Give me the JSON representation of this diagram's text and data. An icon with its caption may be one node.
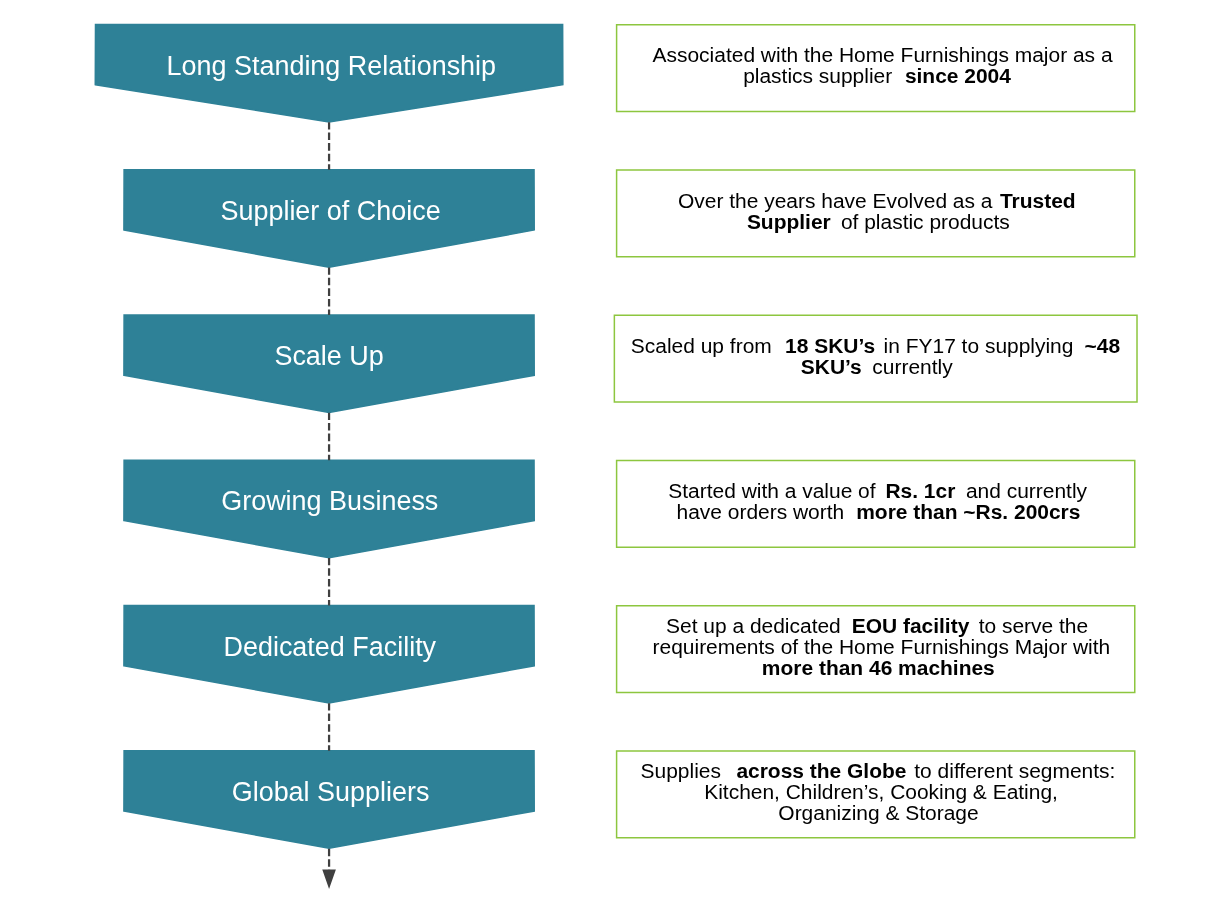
{
  "diagram": {
    "nodes": [
      {
        "text": [
          "Long Standing Relationship"
        ]
      },
      {
        "text": [
          "Associated with the Home Furnishings major as a plastics supplier **since 2004**"
        ]
      },
      {
        "text": [
          "Supplier of Choice"
        ]
      },
      {
        "text": [
          "Over the years have Evolved as a **Trusted Supplier** of plastic products"
        ]
      },
      {
        "text": [
          "Scale Up"
        ]
      },
      {
        "text": [
          "Scaled up from **18 SKU’s** in FY17 to supplying **~48 SKU’s** currently"
        ]
      },
      {
        "text": [
          "Growing Business"
        ]
      },
      {
        "text": [
          "Started with a value of **Rs. 1cr** and currently have orders worth **more than ~Rs. 200crs**"
        ]
      },
      {
        "text": [
          "Dedicated Facility"
        ]
      },
      {
        "text": [
          "Set up a dedicated **EOU facility** to serve the requirements of the Home Furnishings Major with **more than 46 machines**"
        ]
      },
      {
        "text": [
          "Global Suppliers"
        ]
      },
      {
        "text": [
          "Supplies **across the Globe** to different segments: Kitchen, Children’s, Cooking & Eating, Organizing & Storage"
        ]
      }
    ],
    "edges": [
      {
        "from": 0,
        "to": 2,
        "arrow": "none",
        "style": "dashed"
      },
      {
        "from": 2,
        "to": 4,
        "arrow": "none",
        "style": "dashed"
      },
      {
        "from": 4,
        "to": 6,
        "arrow": "none",
        "style": "dashed"
      },
      {
        "from": 6,
        "to": 8,
        "arrow": "none",
        "style": "dashed"
      },
      {
        "from": 8,
        "to": 10,
        "arrow": "none",
        "style": "dashed"
      },
      {
        "from": 10,
        "to": null,
        "arrow": "to",
        "style": "dashed"
      }
    ]
  }
}
